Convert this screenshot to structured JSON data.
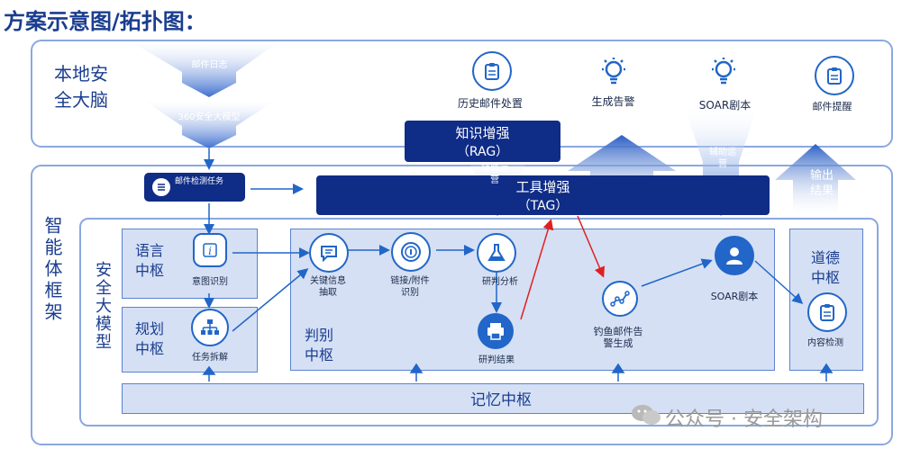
{
  "title": "方案示意图/拓扑图：",
  "top_panel": {
    "label": "本地安全大脑",
    "funnel_1": "邮件日志",
    "funnel_2": "360安全大模型",
    "items": [
      "历史邮件处置",
      "生成告警",
      "SOAR剧本",
      "邮件提醒"
    ]
  },
  "rag_box": {
    "line1": "知识增强",
    "line2": "（RAG）"
  },
  "tag_box": {
    "line1": "工具增强",
    "line2": "（TAG）"
  },
  "side_notes": {
    "assist_ops_left": "辅助运营",
    "assist_ops_right": "辅助运营",
    "output_result": "输出结果"
  },
  "task_chip": "邮件检测任务",
  "framework": {
    "label": "智能体框架",
    "model_label": "安全大模型",
    "language_hub": "语言中枢",
    "intent": "意图识别",
    "planning_hub": "规划中枢",
    "task_split": "任务拆解",
    "judge_hub": "判别中枢",
    "key_info": "关键信息抽取",
    "links": "链接/附件识别",
    "analysis": "研判分析",
    "result": "研判结果",
    "phishing_alert": "钓鱼邮件告警生成",
    "soar": "SOAR剧本",
    "ethics_hub": "道德中枢",
    "content_check": "内容检测",
    "memory_hub": "记忆中枢"
  },
  "watermark": "公众号 · 安全架构",
  "colors": {
    "navy": "#0f2c86",
    "primary": "#2166c8",
    "light_box": "#d5e0f4",
    "border": "#8aa8e0",
    "red_arrow": "#e02020"
  }
}
